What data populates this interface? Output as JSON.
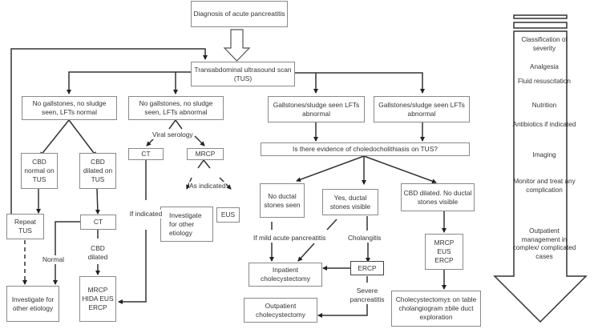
{
  "title": "Diagnosis of acute pancreatitis",
  "nodes": {
    "diagnosis": "Diagnosis of acute pancreatitis",
    "tus": "Transabdominal ultrasound scan (TUS)",
    "no_gs_lft_normal": "No gallstones, no sludge seen, LFTs normal",
    "no_gs_lft_abnormal": "No gallstones, no sludge seen, LFTs abnormal",
    "gs_lft_abnormal_1": "Gallstones/sludge seen LFTs abnormal",
    "gs_lft_abnormal_2": "Gallstones/sludge seen LFTs abnormal",
    "cbd_normal": "CBD normal on TUS",
    "cbd_dilated": "CBD dilated on TUS",
    "repeat_tus": "Repeat TUS",
    "ct_left": "CT",
    "investigate_left": "Investigate for other etiology",
    "mrcp_hida": "MRCP HIDA EUS ERCP",
    "ct_mid": "CT",
    "mrcp_mid": "MRCP",
    "investigate_mid": "Investigate for other etiology",
    "eus_mid": "EUS",
    "choledocho_question": "Is there evidence of choledocholithiasis on TUS?",
    "no_ductal": "No ductal stones seen",
    "yes_ductal": "Yes, ductal stones visible",
    "cbd_dilated_no_stones": "CBD dilated. No ductal stones visible",
    "inpatient_chole": "Inpatient cholecystectomy",
    "ercp": "ERCP",
    "outpatient_chole": "Outpatient cholecystectomy",
    "mrcp_eus_ercp": "MRCP EUS ERCP",
    "chole_ontable": "Cholecystectomy± on table cholangiogram ±bile duct exploration"
  },
  "edge_labels": {
    "viral_serology": "Viral serology",
    "as_indicated": "As indicated",
    "if_indicated": "If indicated",
    "normal": "Normal",
    "cbd_dilated": "CBD dilated",
    "if_mild": "If mild acute pancreatitis",
    "cholangitis": "Cholangitis",
    "severe_pancreatitis": "Severe pancreatitis"
  },
  "management_arrow": {
    "items": [
      "Classification of severity",
      "Analgesia",
      "Fluid resuscitation",
      "Nutrition",
      "Antibiotics if indicated",
      "Imaging",
      "Monitor and treat any complication",
      "Outpatient management in complex/ complicated cases"
    ]
  },
  "colors": {
    "line": "#333333",
    "box_border": "#8a8a8a",
    "text": "#333333"
  }
}
